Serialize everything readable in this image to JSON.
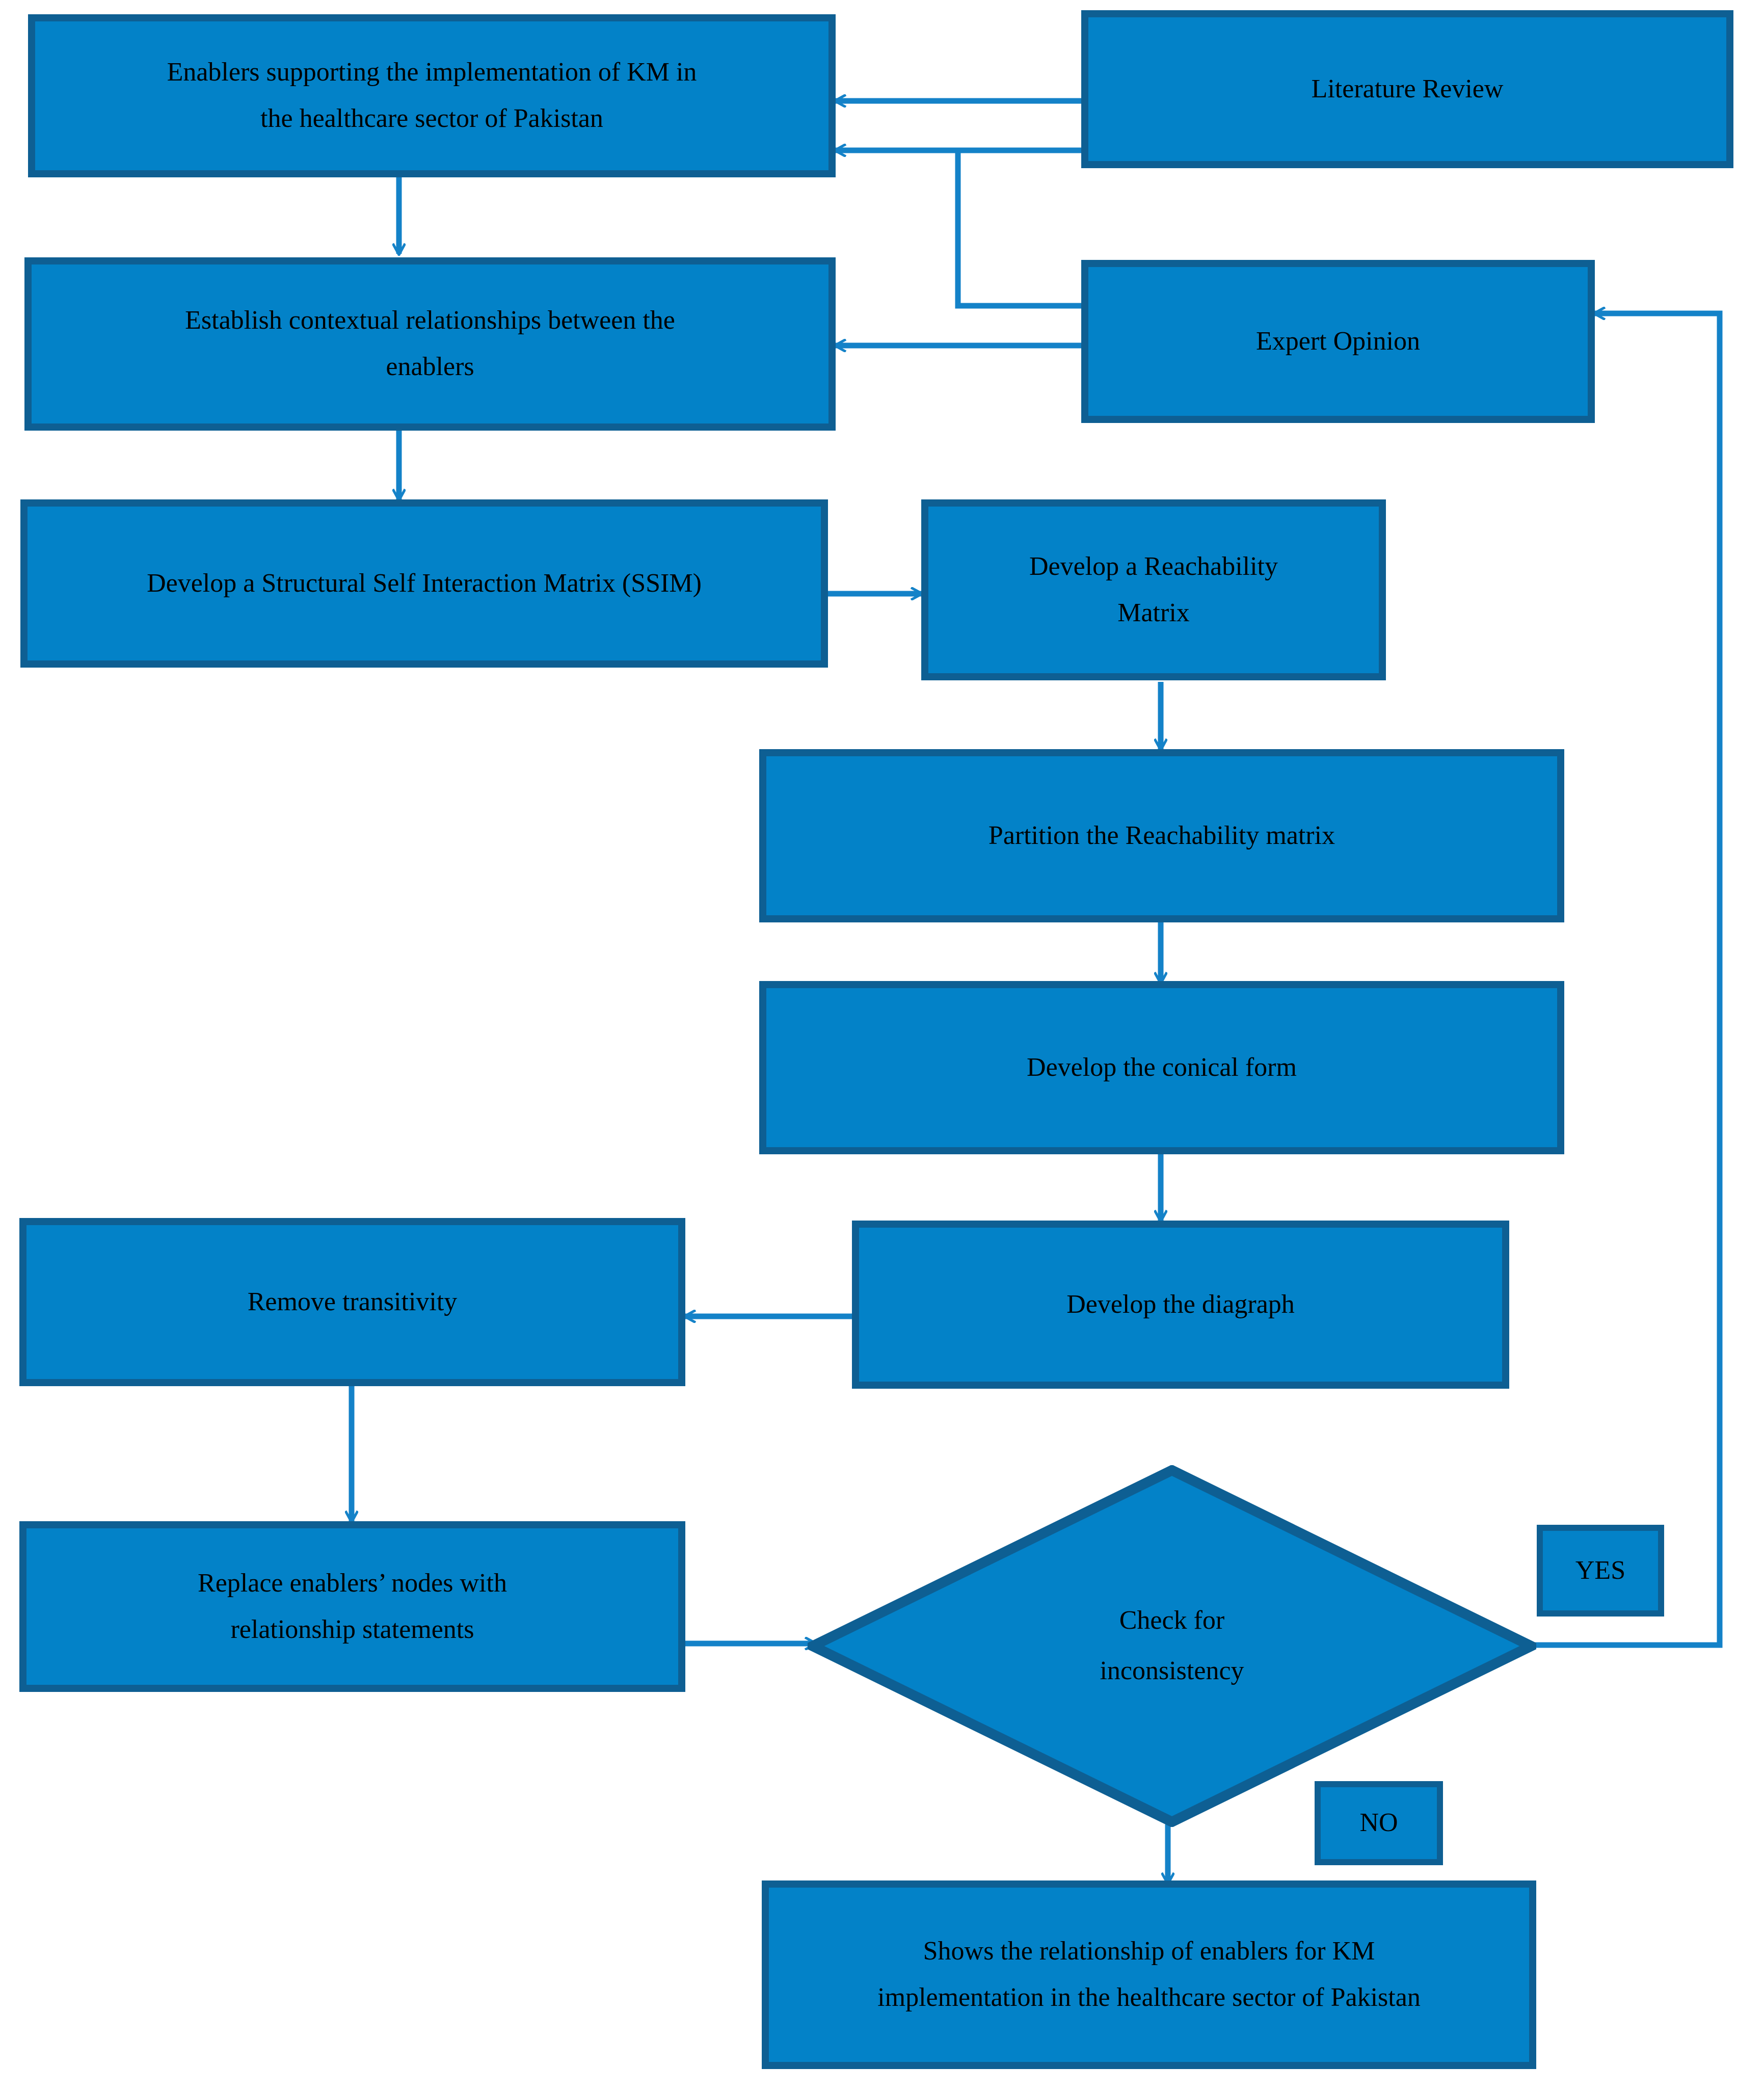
{
  "diagram": {
    "title": "ISM methodology flowchart",
    "colors": {
      "node_fill": "#0382C8",
      "node_border": "#0E5F93",
      "arrow": "#1482C8",
      "text": "#000000",
      "background": "#FFFFFF"
    },
    "nodes": [
      {
        "id": "enablers",
        "shape": "process",
        "lines": [
          "Enablers supporting the implementation of KM in",
          "the healthcare sector of Pakistan"
        ]
      },
      {
        "id": "literature-review",
        "shape": "process",
        "lines": [
          "Literature Review"
        ]
      },
      {
        "id": "contextual-relationships",
        "shape": "process",
        "lines": [
          "Establish contextual relationships between the",
          "enablers"
        ]
      },
      {
        "id": "expert-opinion",
        "shape": "process",
        "lines": [
          "Expert Opinion"
        ]
      },
      {
        "id": "ssim",
        "shape": "process",
        "lines": [
          "Develop a Structural Self Interaction Matrix (SSIM)"
        ]
      },
      {
        "id": "reachability-matrix",
        "shape": "process",
        "lines": [
          "Develop a Reachability",
          "Matrix"
        ]
      },
      {
        "id": "partition",
        "shape": "process",
        "lines": [
          "Partition the Reachability matrix"
        ]
      },
      {
        "id": "conical-form",
        "shape": "process",
        "lines": [
          "Develop the conical form"
        ]
      },
      {
        "id": "diagraph",
        "shape": "process",
        "lines": [
          "Develop the diagraph"
        ]
      },
      {
        "id": "remove-transitivity",
        "shape": "process",
        "lines": [
          "Remove transitivity"
        ]
      },
      {
        "id": "replace-nodes",
        "shape": "process",
        "lines": [
          "Replace enablers’ nodes with",
          "relationship statements"
        ]
      },
      {
        "id": "check-inconsistency",
        "shape": "decision",
        "lines": [
          "Check for",
          "inconsistency"
        ]
      },
      {
        "id": "yes-label",
        "shape": "process",
        "lines": [
          "YES"
        ]
      },
      {
        "id": "no-label",
        "shape": "process",
        "lines": [
          "NO"
        ]
      },
      {
        "id": "final-result",
        "shape": "process",
        "lines": [
          "Shows the relationship of enablers for KM",
          "implementation in the healthcare sector of Pakistan"
        ]
      }
    ],
    "edges": [
      {
        "from": "literature-review",
        "to": "enablers",
        "label": ""
      },
      {
        "from": "expert-opinion",
        "to": "enablers",
        "label": ""
      },
      {
        "from": "expert-opinion",
        "to": "contextual-relationships",
        "label": ""
      },
      {
        "from": "enablers",
        "to": "contextual-relationships",
        "label": ""
      },
      {
        "from": "contextual-relationships",
        "to": "ssim",
        "label": ""
      },
      {
        "from": "ssim",
        "to": "reachability-matrix",
        "label": ""
      },
      {
        "from": "reachability-matrix",
        "to": "partition",
        "label": ""
      },
      {
        "from": "partition",
        "to": "conical-form",
        "label": ""
      },
      {
        "from": "conical-form",
        "to": "diagraph",
        "label": ""
      },
      {
        "from": "diagraph",
        "to": "remove-transitivity",
        "label": ""
      },
      {
        "from": "remove-transitivity",
        "to": "replace-nodes",
        "label": ""
      },
      {
        "from": "replace-nodes",
        "to": "check-inconsistency",
        "label": ""
      },
      {
        "from": "check-inconsistency",
        "to": "expert-opinion",
        "label": "YES"
      },
      {
        "from": "check-inconsistency",
        "to": "final-result",
        "label": "NO"
      }
    ]
  }
}
